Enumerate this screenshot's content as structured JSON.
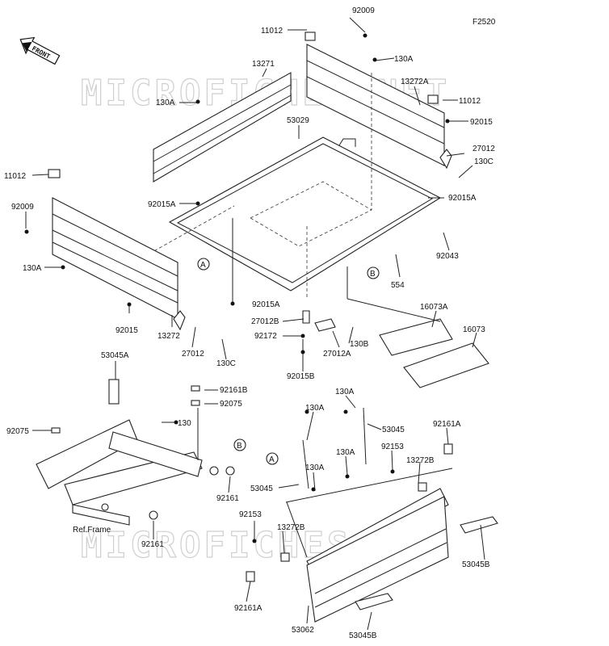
{
  "diagram": {
    "figure_code": "F2520",
    "front_label": "FRONT",
    "watermark": "MICROFICHES.NET",
    "ref_frame_label": "Ref.Frame",
    "callouts": {
      "A": "A",
      "B": "B"
    },
    "part_numbers": {
      "p92009_top": "92009",
      "p11012_top": "11012",
      "p130A_top": "130A",
      "p13271": "13271",
      "p13272A": "13272A",
      "p11012_right": "11012",
      "p130A_left1": "130A",
      "p53029": "53029",
      "p92015_right": "92015",
      "p27012_right": "27012",
      "p130C_right": "130C",
      "p11012_left": "11012",
      "p92015A_mid": "92015A",
      "p92015A_right": "92015A",
      "p92009_left": "92009",
      "p92043": "92043",
      "p130A_left2": "130A",
      "p554": "554",
      "p92015A_low": "92015A",
      "p92015_left": "92015",
      "p13272": "13272",
      "p27012B": "27012B",
      "p92172": "92172",
      "p27012": "27012",
      "p130C": "130C",
      "p27012A": "27012A",
      "p130B": "130B",
      "p16073A": "16073A",
      "p16073": "16073",
      "p92015B": "92015B",
      "p53045A": "53045A",
      "p92161B": "92161B",
      "p92075_a": "92075",
      "p130_mid": "130",
      "p92075_b": "92075",
      "p130A_c1": "130A",
      "p130A_c2": "130A",
      "p53045_r": "53045",
      "p92161A_r": "92161A",
      "p92153_r": "92153",
      "p130A_c3": "130A",
      "p13272B_r": "13272B",
      "p130A_c4": "130A",
      "p53045_l": "53045",
      "p92161": "92161",
      "p92161_b": "92161",
      "p92153_l": "92153",
      "p13272B_l": "13272B",
      "p53045B_r": "53045B",
      "p92161A_l": "92161A",
      "p53062": "53062",
      "p53045B_b": "53045B"
    }
  }
}
